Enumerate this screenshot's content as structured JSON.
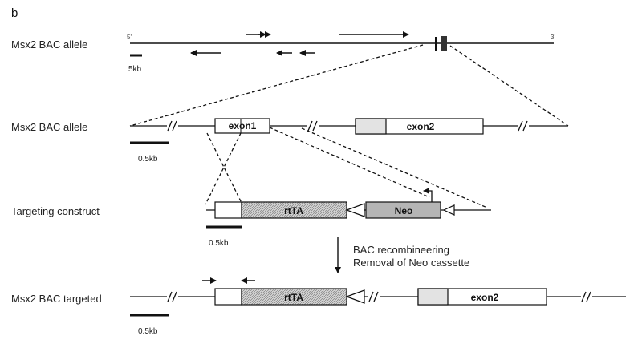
{
  "panel_label": "b",
  "rows": {
    "bac_allele_top": "Msx2 BAC allele",
    "bac_allele_zoom": "Msx2 BAC allele",
    "targeting_construct": "Targeting construct",
    "bac_targeted": "Msx2 BAC targeted"
  },
  "ends": {
    "five_prime": "5'",
    "three_prime": "3'"
  },
  "scale_bars": {
    "top": "5kb",
    "zoom": "0.5kb",
    "construct": "0.5kb",
    "targeted": "0.5kb"
  },
  "boxes": {
    "exon1": "exon1",
    "exon2": "exon2",
    "rtta": "rtTA",
    "neo": "Neo",
    "rtta_targeted": "rtTA",
    "exon2_targeted": "exon2"
  },
  "step": {
    "line1": "BAC recombineering",
    "line2": "Removal of Neo cassette"
  },
  "colors": {
    "line": "#111111",
    "light_box": "#e3e3e3",
    "neo_box": "#b5b5b5",
    "hatch": "#8a8a8a"
  }
}
